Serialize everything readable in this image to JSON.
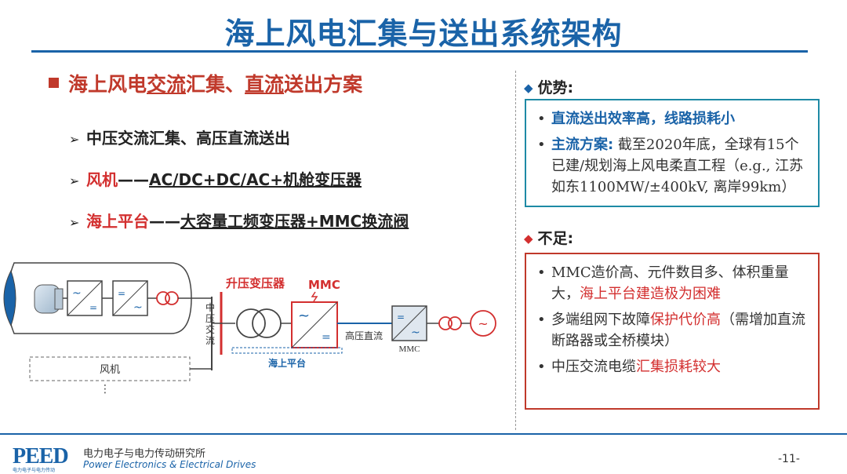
{
  "title": "海上风电汇集与送出系统架构",
  "heading": {
    "prefix": "海上风电",
    "u1": "交流",
    "mid": "汇集、",
    "u2": "直流",
    "suffix": "送出方案"
  },
  "bullets": {
    "b1": {
      "text": "中压交流汇集、高压直流送出"
    },
    "b2": {
      "label": "风机",
      "sep": "——",
      "detail": "AC/DC+DC/AC+机舱变压器"
    },
    "b3": {
      "label": "海上平台",
      "sep": "——",
      "detail": "大容量工频变压器+MMC换流阀"
    }
  },
  "advantages": {
    "heading": "优势:",
    "item1": "直流送出效率高，线路损耗小",
    "item2_label": "主流方案:",
    "item2_text": " 截至2020年底，全球有15个已建/规划海上风电柔直工程（e.g., 江苏如东1100MW/±400kV, 离岸99km）"
  },
  "disadvantages": {
    "heading": "不足:",
    "item1_a": "MMC造价高、元件数目多、体积重量大，",
    "item1_b": "海上平台建造极为困难",
    "item2_a": "多端组网下故障",
    "item2_b": "保护代价高",
    "item2_c": "（需增加直流断路器或全桥模块）",
    "item3_a": "中压交流电缆",
    "item3_b": "汇集损耗较大"
  },
  "diagram": {
    "fan_label": "风机",
    "mv_ac_label": "中压交流",
    "step_up_label": "升压变压器",
    "mmc_label_red": "MMC",
    "hvdc_label": "高压直流",
    "platform_label": "海上平台",
    "mmc_label_small": "MMC",
    "converter_eq": "="
  },
  "footer": {
    "logo": "PEED",
    "logo_sub": "电力电子与电力传动",
    "org_cn": "电力电子与电力传动研究所",
    "org_en": "Power Electronics & Electrical Drives",
    "page": "-11-"
  },
  "colors": {
    "accent_blue": "#1a63a8",
    "accent_red": "#d32f2f",
    "teal_border": "#1e8aa5"
  }
}
